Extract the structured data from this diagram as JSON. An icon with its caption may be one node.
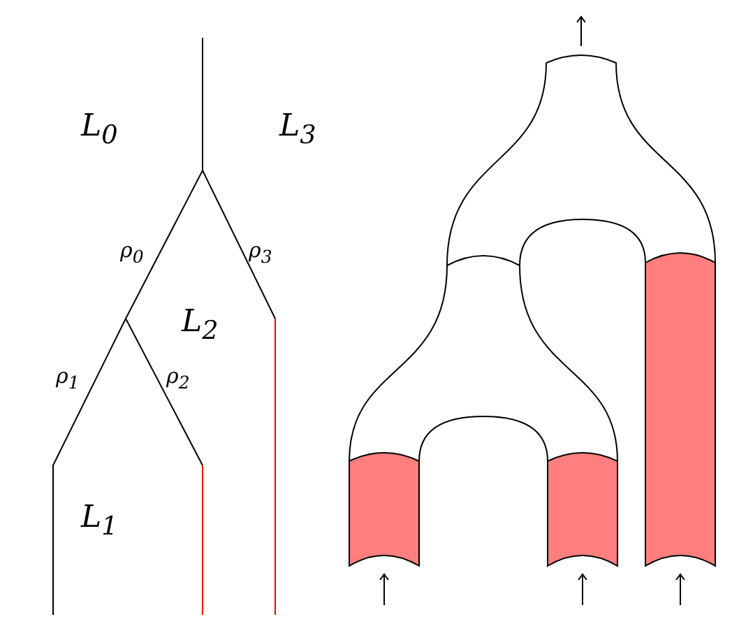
{
  "diagram": {
    "labels": [
      "L$_{0}$",
      "L$_{3}$",
      "ρ$_{0}$",
      "ρ$_{3}$",
      "L$_{2}$",
      "ρ$_{1}$",
      "ρ$_{2}$",
      "L$_{1}$"
    ]
  }
}
